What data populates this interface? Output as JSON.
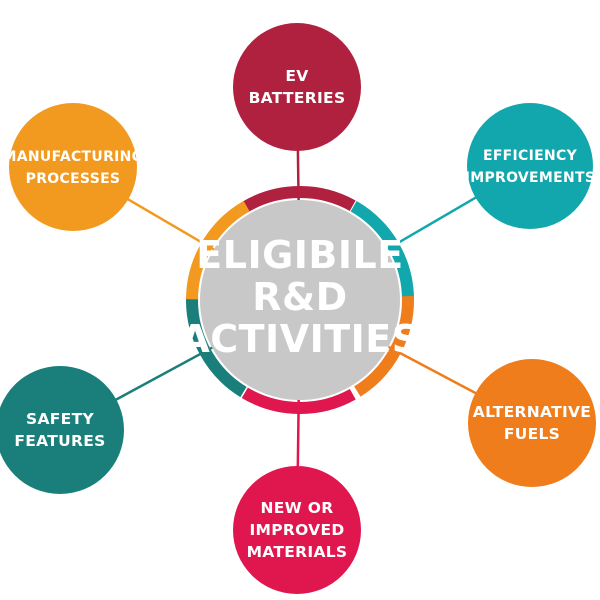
{
  "center": {
    "lines": [
      "ELIGIBILE",
      "R&D",
      "ACTIVITIES"
    ],
    "fill": "#c8c8c8",
    "ring_segments": [
      {
        "color": "#b0213f"
      },
      {
        "color": "#12a7ad"
      },
      {
        "color": "#ef7d1b"
      },
      {
        "color": "#e0164f"
      },
      {
        "color": "#1a7f7a"
      },
      {
        "color": "#f29a1f"
      }
    ]
  },
  "nodes": [
    {
      "id": "ev-batteries",
      "lines": [
        "EV",
        "BATTERIES"
      ],
      "color": "#b0213f"
    },
    {
      "id": "efficiency-improvements",
      "lines": [
        "EFFICIENCY",
        "IMPROVEMENTS"
      ],
      "color": "#12a7ad"
    },
    {
      "id": "alternative-fuels",
      "lines": [
        "ALTERNATIVE",
        "FUELS"
      ],
      "color": "#ef7d1b"
    },
    {
      "id": "new-or-improved-materials",
      "lines": [
        "NEW OR",
        "IMPROVED",
        "MATERIALS"
      ],
      "color": "#e0164f"
    },
    {
      "id": "safety-features",
      "lines": [
        "SAFETY",
        "FEATURES"
      ],
      "color": "#1a7f7a"
    },
    {
      "id": "manufacturing-processes",
      "lines": [
        "MANUFACTURING",
        "PROCESSES"
      ],
      "color": "#f29a1f"
    }
  ]
}
